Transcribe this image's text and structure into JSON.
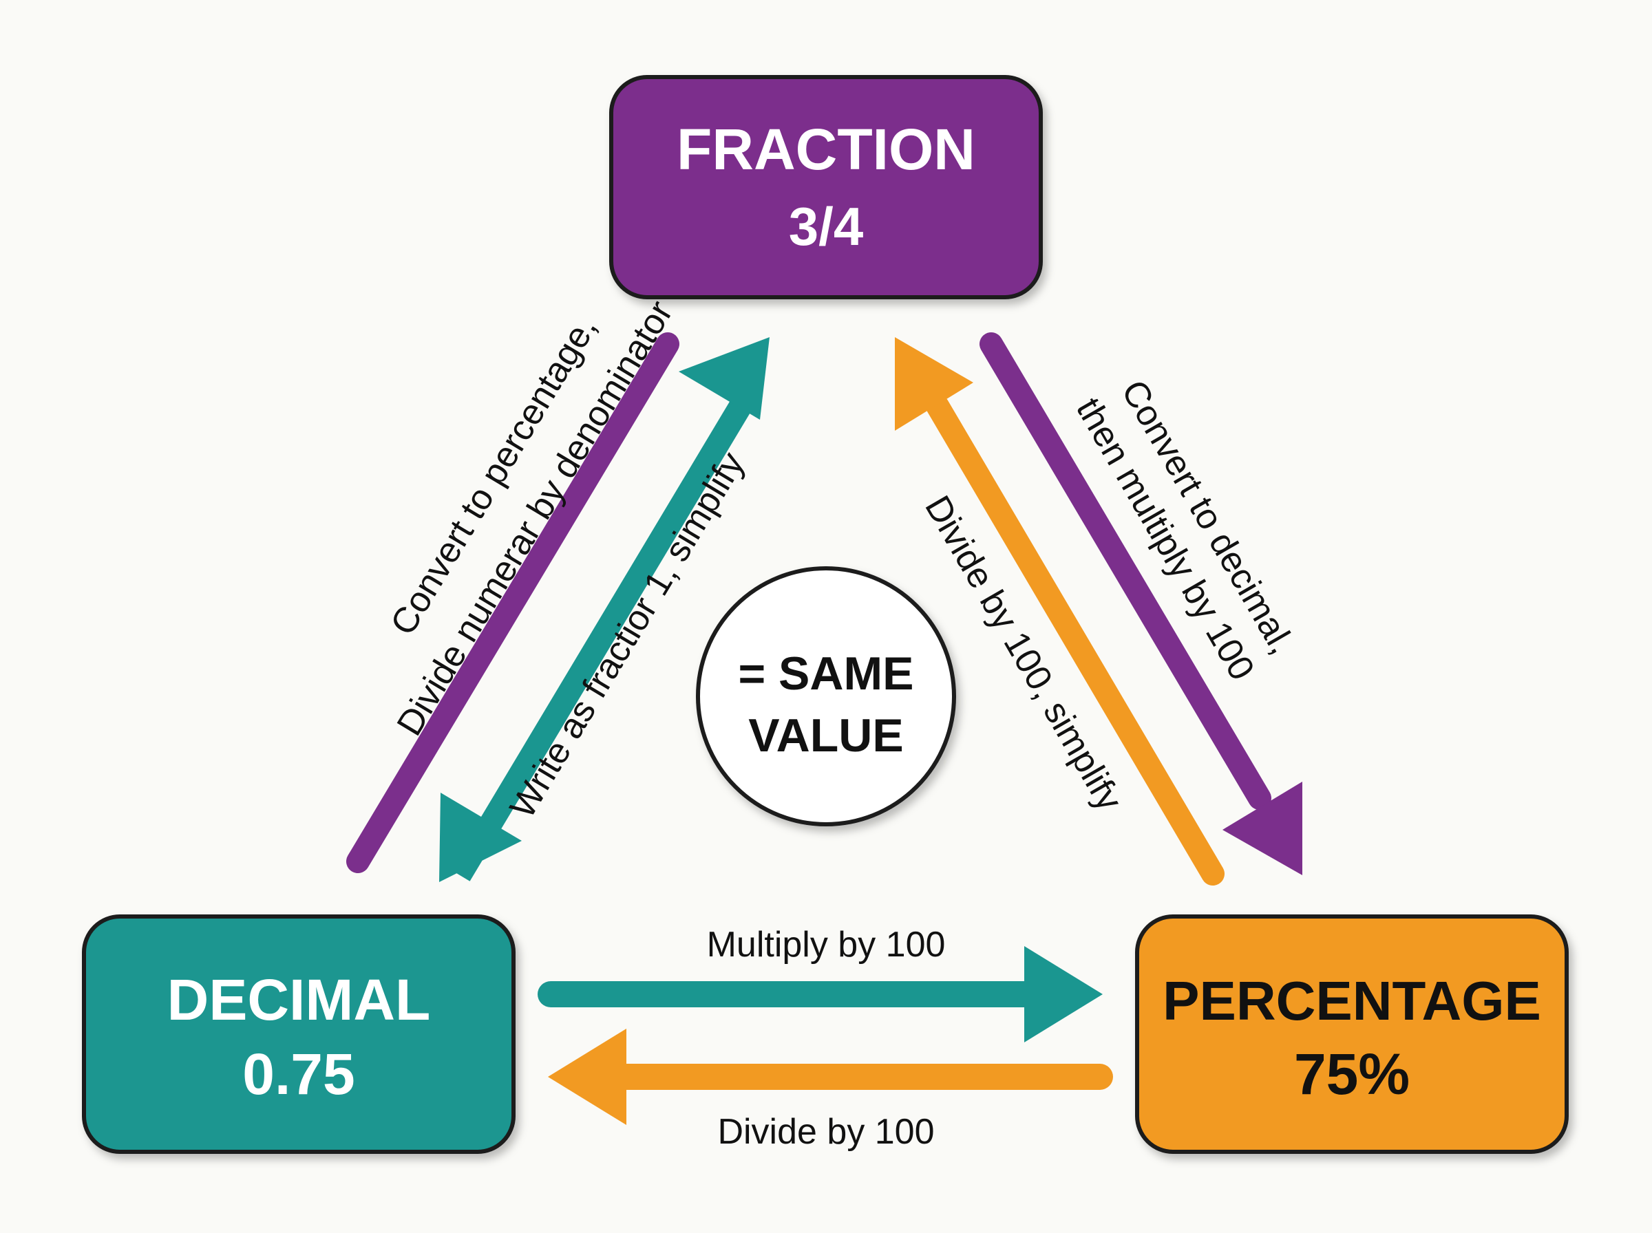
{
  "colors": {
    "fraction": "#7b2f8c",
    "decimal": "#1a9690",
    "percentage": "#f29a22",
    "background": "#fafaf7",
    "outline": "#1a1a1a"
  },
  "nodes": {
    "fraction": {
      "title": "FRACTION",
      "value": "3/4"
    },
    "decimal": {
      "title": "DECIMAL",
      "value": "0.75"
    },
    "percentage": {
      "title": "PERCENTAGE",
      "value": "75%"
    }
  },
  "center": {
    "line1": "= SAME",
    "line2": "VALUE"
  },
  "edges": {
    "fraction_to_decimal": {
      "line1": "Convert to percentage,",
      "line2": "Divide numerar by denominator"
    },
    "decimal_to_fraction": {
      "label": "Write as fractior 1, simplify"
    },
    "percentage_to_fraction": {
      "label": "Divide by 100, simplify"
    },
    "fraction_to_percentage": {
      "line1": "Convert to decimal,",
      "line2": "then multiply by 100"
    },
    "decimal_to_percentage": {
      "label": "Multiply by 100"
    },
    "percentage_to_decimal": {
      "label": "Divide by 100"
    }
  }
}
